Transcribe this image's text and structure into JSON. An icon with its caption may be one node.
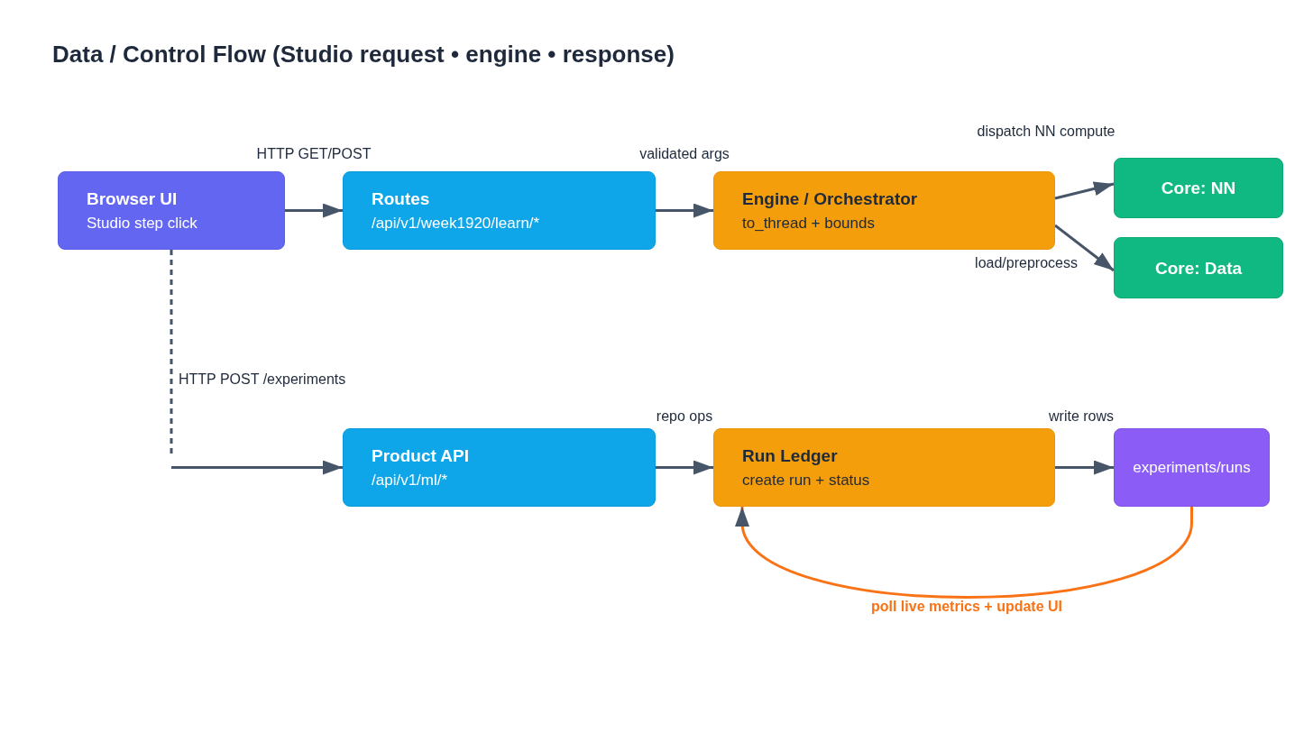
{
  "diagram": {
    "title": "Data / Control Flow (Studio request • engine • response)",
    "nodes": [
      {
        "text": [
          "Browser UI",
          "Studio step click"
        ]
      },
      {
        "text": [
          "Routes",
          "/api/v1/week1920/learn/*"
        ]
      },
      {
        "text": [
          "Engine / Orchestrator",
          "to_thread + bounds"
        ]
      },
      {
        "text": [
          "Core: NN"
        ]
      },
      {
        "text": [
          "Core: Data"
        ]
      },
      {
        "text": [
          "Product API",
          "/api/v1/ml/*"
        ]
      },
      {
        "text": [
          "Run Ledger",
          "create run + status"
        ]
      },
      {
        "text": [
          "experiments/runs"
        ]
      }
    ],
    "edges": [
      {
        "from": 0,
        "to": 1,
        "arrow": "to",
        "label": "HTTP GET/POST"
      },
      {
        "from": 1,
        "to": 2,
        "arrow": "to",
        "label": "validated args"
      },
      {
        "from": 2,
        "to": 3,
        "arrow": "to",
        "label": "dispatch NN compute"
      },
      {
        "from": 2,
        "to": 4,
        "arrow": "to",
        "label": "load/preprocess"
      },
      {
        "from": 0,
        "to": 5,
        "arrow": "to",
        "label": "HTTP POST /experiments",
        "style": "dashed"
      },
      {
        "from": 5,
        "to": 6,
        "arrow": "to",
        "label": "repo ops"
      },
      {
        "from": 6,
        "to": 7,
        "arrow": "to",
        "label": "write rows"
      },
      {
        "from": 7,
        "to": 6,
        "arrow": "to",
        "label": "poll live metrics + update UI",
        "color": "#f97316"
      }
    ]
  }
}
